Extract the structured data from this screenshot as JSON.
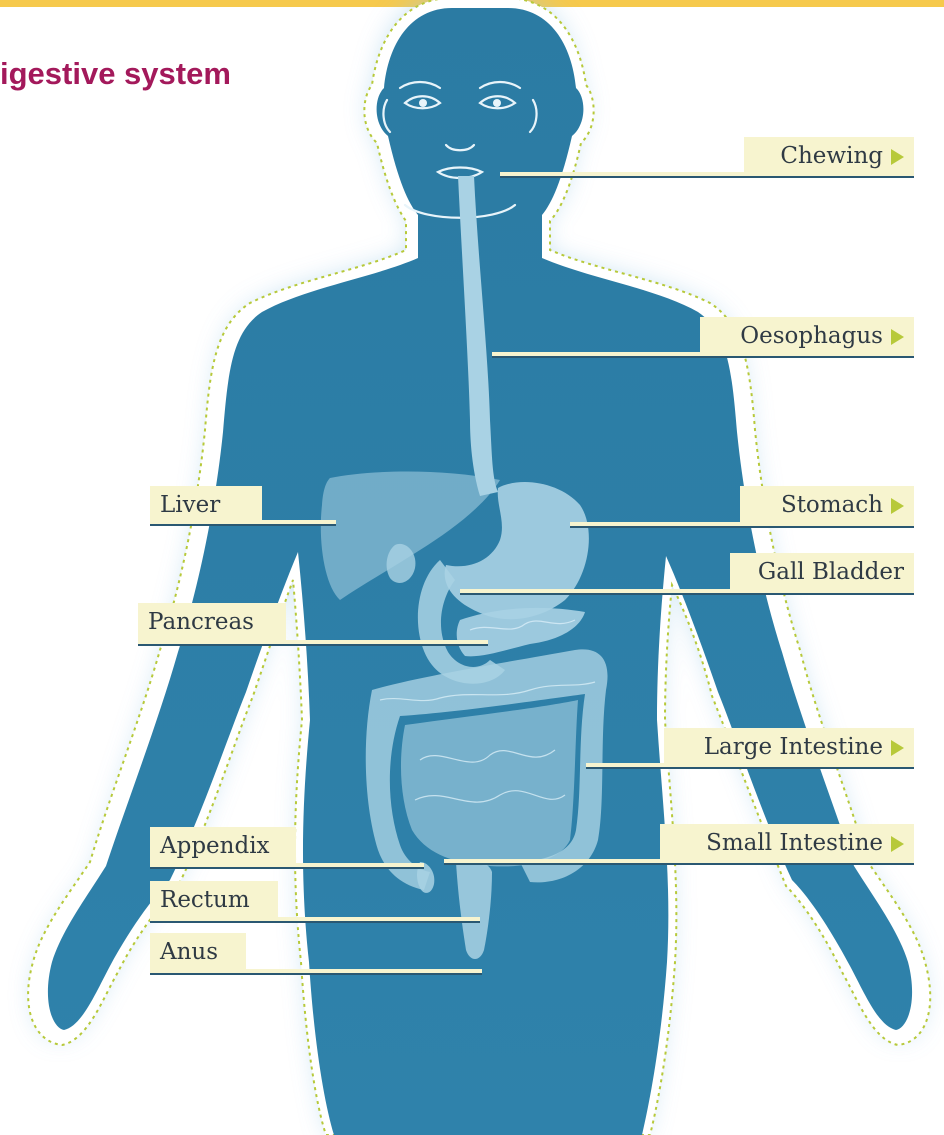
{
  "title": "igestive system",
  "colors": {
    "title": "#a3195b",
    "top_bar": "#f6c94c",
    "body": "#2f7fa6",
    "organs": "#a9d2e4",
    "label_bg": "#f7f4cf",
    "arrow": "#b7c93a"
  },
  "labels": {
    "chewing": "Chewing",
    "oesophagus": "Oesophagus",
    "stomach": "Stomach",
    "gall_bladder": "Gall Bladder",
    "large_intestine": "Large Intestine",
    "small_intestine": "Small Intestine",
    "liver": "Liver",
    "pancreas": "Pancreas",
    "appendix": "Appendix",
    "rectum": "Rectum",
    "anus": "Anus"
  }
}
